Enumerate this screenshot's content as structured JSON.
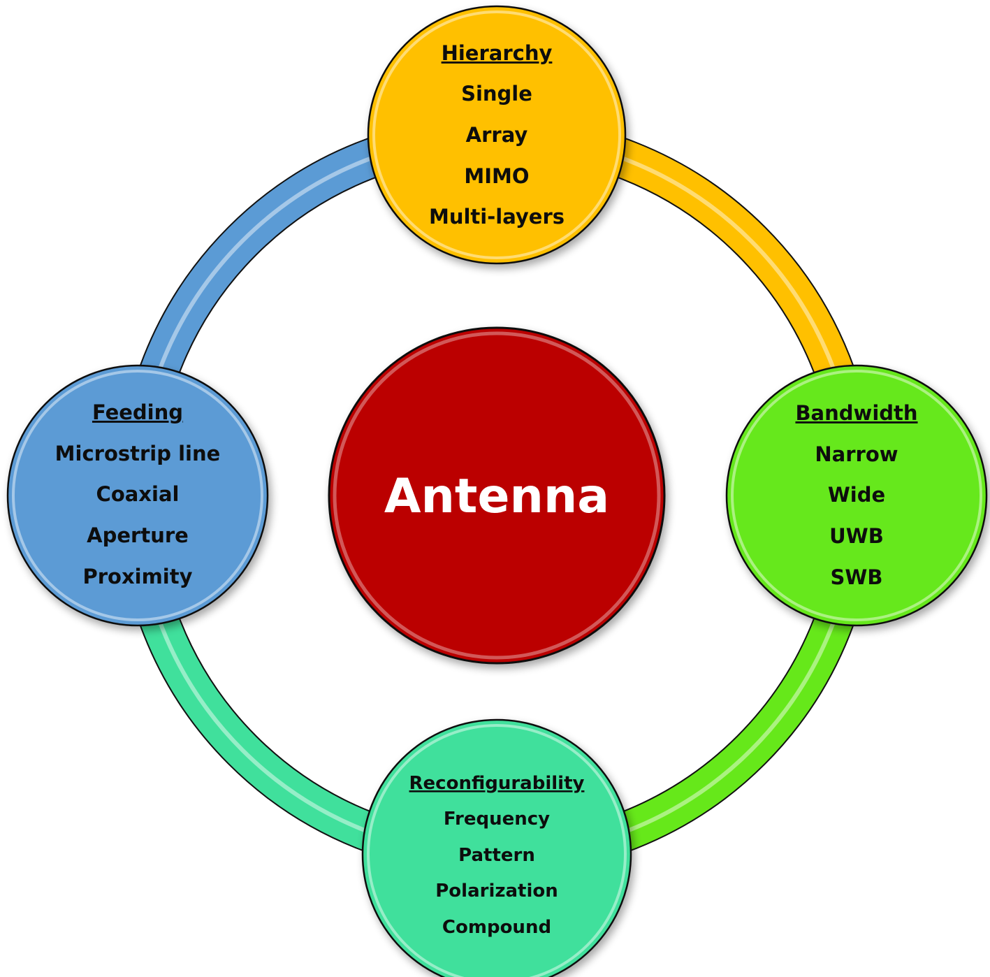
{
  "center": {
    "label": "Antenna",
    "color": "#bb0000"
  },
  "nodes": [
    {
      "id": "hierarchy",
      "title": "Hierarchy",
      "items": [
        "Single",
        "Array",
        "MIMO",
        "Multi-layers"
      ],
      "color": "#ffc000"
    },
    {
      "id": "bandwidth",
      "title": "Bandwidth",
      "items": [
        "Narrow",
        "Wide",
        "UWB",
        "SWB"
      ],
      "color": "#66e81a"
    },
    {
      "id": "reconfigurability",
      "title": "Reconfigurability",
      "items": [
        "Frequency",
        "Pattern",
        "Polarization",
        "Compound"
      ],
      "color": "#40e09c"
    },
    {
      "id": "feeding",
      "title": "Feeding",
      "items": [
        "Microstrip line",
        "Coaxial",
        "Aperture",
        "Proximity"
      ],
      "color": "#5b9bd5"
    }
  ],
  "ring_colors": {
    "hierarchy_to_bandwidth": "#ffc000",
    "bandwidth_to_reconfigurability": "#66e81a",
    "reconfigurability_to_feeding": "#40e09c",
    "feeding_to_hierarchy": "#5b9bd5"
  }
}
